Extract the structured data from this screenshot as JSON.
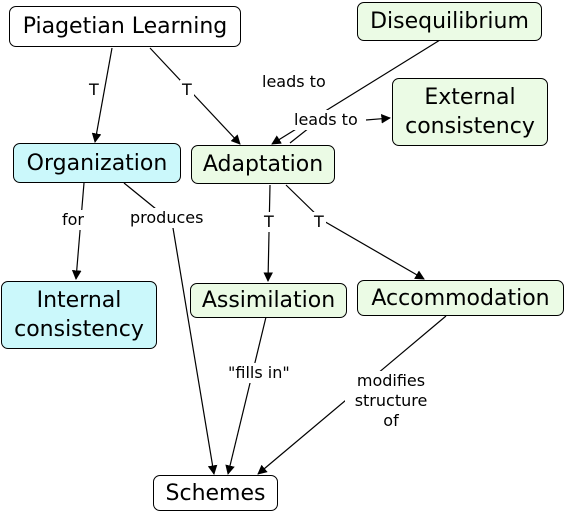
{
  "colors": {
    "white": "#ffffff",
    "green": "#ebfbe5",
    "cyan": "#cbf8fb",
    "line": "#000000"
  },
  "nodes": {
    "piagetian_learning": "Piagetian Learning",
    "disequilibrium": "Disequilibrium",
    "external_consistency": "External\nconsistency",
    "organization": "Organization",
    "adaptation": "Adaptation",
    "internal_consistency": "Internal\nconsistency",
    "assimilation": "Assimilation",
    "accommodation": "Accommodation",
    "schemes": "Schemes"
  },
  "links": {
    "t_left": "T",
    "t_right": "T",
    "leads_to_1": "leads to",
    "leads_to_2": "leads to",
    "for": "for",
    "produces": "produces",
    "t_assim": "T",
    "t_accom": "T",
    "fills_in": "\"fills in\"",
    "modifies": "modifies\nstructure\nof"
  }
}
